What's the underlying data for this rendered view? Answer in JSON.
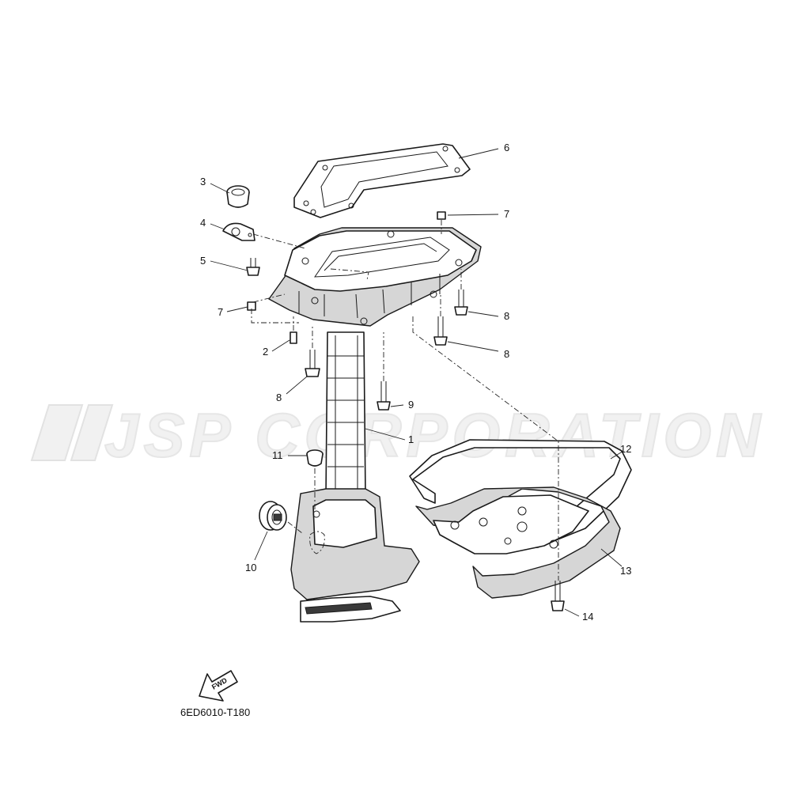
{
  "watermark": {
    "text": "JSP CORPORATION"
  },
  "figure_code": "6ED6010-T180",
  "fwd_arrow": {
    "label": "FWD"
  },
  "callouts": [
    {
      "id": "callout-1",
      "text": "1"
    },
    {
      "id": "callout-2",
      "text": "2"
    },
    {
      "id": "callout-3",
      "text": "3"
    },
    {
      "id": "callout-4",
      "text": "4"
    },
    {
      "id": "callout-5",
      "text": "5"
    },
    {
      "id": "callout-6",
      "text": "6"
    },
    {
      "id": "callout-7a",
      "text": "7"
    },
    {
      "id": "callout-7b",
      "text": "7"
    },
    {
      "id": "callout-8a",
      "text": "8"
    },
    {
      "id": "callout-8b",
      "text": "8"
    },
    {
      "id": "callout-8c",
      "text": "8"
    },
    {
      "id": "callout-9",
      "text": "9"
    },
    {
      "id": "callout-10",
      "text": "10"
    },
    {
      "id": "callout-11",
      "text": "11"
    },
    {
      "id": "callout-12",
      "text": "12"
    },
    {
      "id": "callout-13",
      "text": "13"
    },
    {
      "id": "callout-14",
      "text": "14"
    }
  ]
}
